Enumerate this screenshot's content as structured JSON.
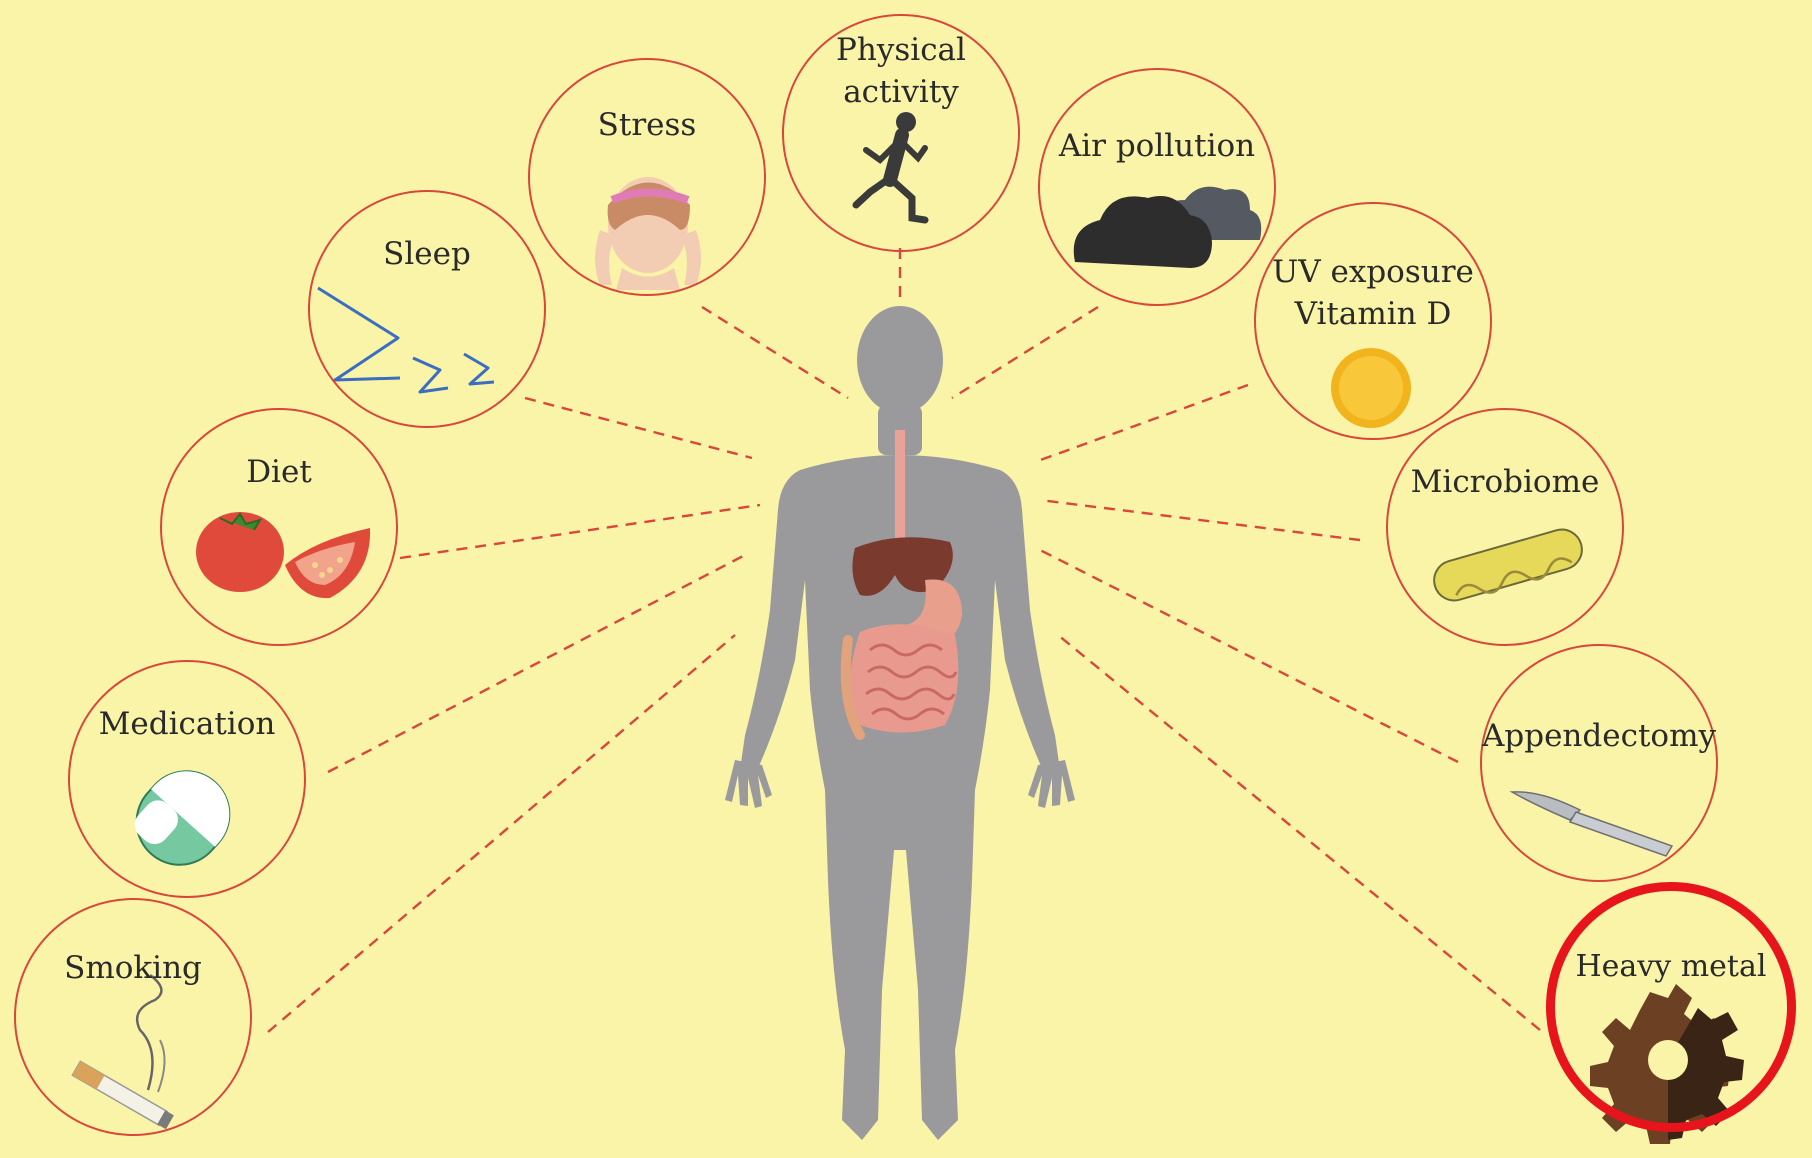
{
  "diagram": {
    "factors": [
      {
        "id": "smoking",
        "label": "Smoking",
        "icon": "cigarette-icon"
      },
      {
        "id": "medication",
        "label": "Medication",
        "icon": "capsule-icon"
      },
      {
        "id": "diet",
        "label": "Diet",
        "icon": "tomato-icon"
      },
      {
        "id": "sleep",
        "label": "Sleep",
        "icon": "zzz-icon"
      },
      {
        "id": "stress",
        "label": "Stress",
        "icon": "stressed-person-icon"
      },
      {
        "id": "physical",
        "label": "Physical\nactivity",
        "icon": "runner-icon"
      },
      {
        "id": "air",
        "label": "Air pollution",
        "icon": "cloud-icon"
      },
      {
        "id": "uv",
        "label": "UV exposure\nVitamin D",
        "icon": "sun-icon"
      },
      {
        "id": "microbiome",
        "label": "Microbiome",
        "icon": "bacterium-icon"
      },
      {
        "id": "appendectomy",
        "label": "Appendectomy",
        "icon": "scalpel-icon"
      },
      {
        "id": "heavy",
        "label": "Heavy metal",
        "icon": "gear-icon",
        "highlighted": true
      }
    ],
    "center": {
      "icon": "human-body-icon"
    },
    "colors": {
      "background": "#faf4a8",
      "circle": "#d9463b",
      "highlight": "#e8141b",
      "connector": "#d9463b",
      "body": "#9a9a9c"
    }
  }
}
